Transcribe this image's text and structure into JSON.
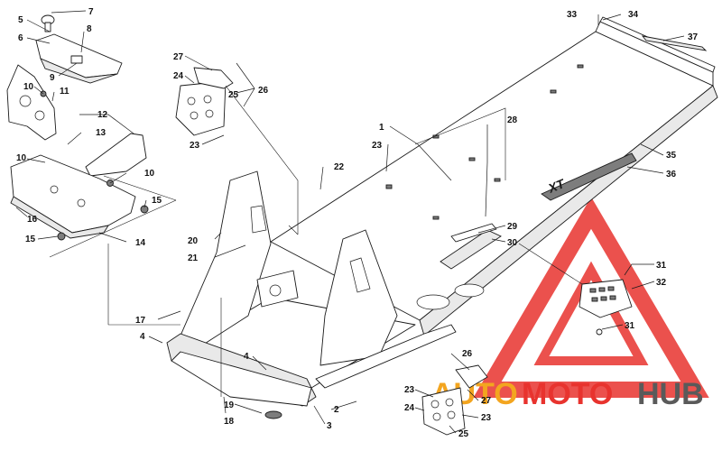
{
  "colors": {
    "line": "#1a1a1a",
    "watermark_red": "#e8332e",
    "watermark_orange": "#f3a51f",
    "watermark_gray": "#5a5a5a"
  },
  "watermark": {
    "part1": "AUTO",
    "part2": "MOTO",
    "part3": "HUB"
  },
  "decal": {
    "text": "XT"
  },
  "callouts": [
    {
      "id": "c7",
      "label": "7"
    },
    {
      "id": "c5",
      "label": "5"
    },
    {
      "id": "c8",
      "label": "8"
    },
    {
      "id": "c6",
      "label": "6"
    },
    {
      "id": "c9",
      "label": "9"
    },
    {
      "id": "c10a",
      "label": "10"
    },
    {
      "id": "c11",
      "label": "11"
    },
    {
      "id": "c12",
      "label": "12"
    },
    {
      "id": "c13",
      "label": "13"
    },
    {
      "id": "c10b",
      "label": "10"
    },
    {
      "id": "c10c",
      "label": "10"
    },
    {
      "id": "c15a",
      "label": "15"
    },
    {
      "id": "c16",
      "label": "16"
    },
    {
      "id": "c15b",
      "label": "15"
    },
    {
      "id": "c14",
      "label": "14"
    },
    {
      "id": "c27a",
      "label": "27"
    },
    {
      "id": "c24a",
      "label": "24"
    },
    {
      "id": "c26a",
      "label": "26"
    },
    {
      "id": "c25a",
      "label": "25"
    },
    {
      "id": "c23a",
      "label": "23"
    },
    {
      "id": "c1",
      "label": "1"
    },
    {
      "id": "c23b",
      "label": "23"
    },
    {
      "id": "c28",
      "label": "28"
    },
    {
      "id": "c22",
      "label": "22"
    },
    {
      "id": "c33",
      "label": "33"
    },
    {
      "id": "c34",
      "label": "34"
    },
    {
      "id": "c37",
      "label": "37"
    },
    {
      "id": "c35",
      "label": "35"
    },
    {
      "id": "c36",
      "label": "36"
    },
    {
      "id": "c29",
      "label": "29"
    },
    {
      "id": "c30",
      "label": "30"
    },
    {
      "id": "c31a",
      "label": "31"
    },
    {
      "id": "c32",
      "label": "32"
    },
    {
      "id": "c31b",
      "label": "31"
    },
    {
      "id": "c20",
      "label": "20"
    },
    {
      "id": "c21",
      "label": "21"
    },
    {
      "id": "c17",
      "label": "17"
    },
    {
      "id": "c4a",
      "label": "4"
    },
    {
      "id": "c4b",
      "label": "4"
    },
    {
      "id": "c19",
      "label": "19"
    },
    {
      "id": "c18",
      "label": "18"
    },
    {
      "id": "c2",
      "label": "2"
    },
    {
      "id": "c3",
      "label": "3"
    },
    {
      "id": "c26b",
      "label": "26"
    },
    {
      "id": "c23c",
      "label": "23"
    },
    {
      "id": "c27b",
      "label": "27"
    },
    {
      "id": "c24b",
      "label": "24"
    },
    {
      "id": "c23d",
      "label": "23"
    },
    {
      "id": "c25b",
      "label": "25"
    }
  ]
}
